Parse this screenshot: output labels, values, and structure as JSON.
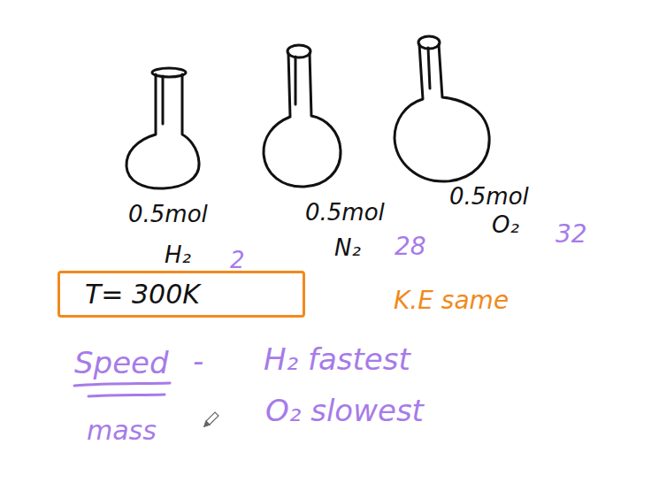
{
  "diagram": {
    "nodes": [
      {
        "text": [
          "T= 300K"
        ]
      }
    ],
    "labels": [
      "0.5mol",
      "H₂",
      "2",
      "0.5mol",
      "N₂",
      "28",
      "0.5mol",
      "O₂",
      "32",
      "K.E same",
      "Speed",
      "-",
      "H₂ fastest",
      "mass",
      "O₂ slowest"
    ]
  }
}
